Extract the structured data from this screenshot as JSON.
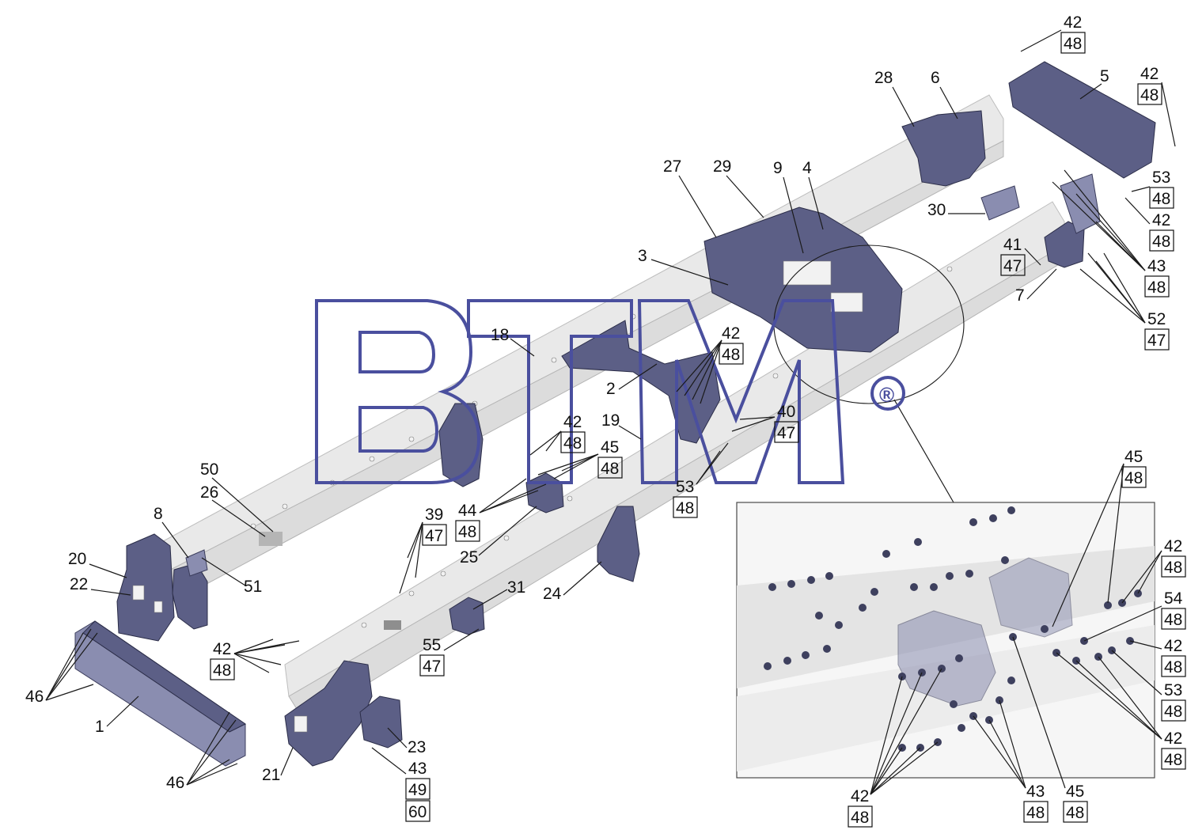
{
  "logo": {
    "text": "BTM",
    "mark": "®",
    "color": "#4a4f9e"
  },
  "colors": {
    "part": "#5c5f86",
    "frame": "#dcdcdc",
    "line": "#1a1a1a",
    "inset_border": "#4a4a4a"
  },
  "labels": {
    "l1": "1",
    "l2": "2",
    "l3": "3",
    "l4": "4",
    "l5": "5",
    "l6": "6",
    "l7": "7",
    "l8": "8",
    "l9": "9",
    "l18": "18",
    "l19": "19",
    "l20": "20",
    "l21": "21",
    "l22": "22",
    "l23": "23",
    "l24": "24",
    "l25": "25",
    "l26": "26",
    "l27": "27",
    "l28": "28",
    "l29": "29",
    "l30": "30",
    "l31": "31",
    "l46a": "46",
    "l46b": "46",
    "l50": "50",
    "l51": "51"
  },
  "callouts": [
    {
      "id": "c-top",
      "top": "42",
      "bottom": "48"
    },
    {
      "id": "c-5r",
      "top": "42",
      "bottom": "48"
    },
    {
      "id": "c-53r",
      "top": "53",
      "bottom": "48"
    },
    {
      "id": "c-42r",
      "top": "42",
      "bottom": "48"
    },
    {
      "id": "c-41",
      "top": "41",
      "bottom": "47"
    },
    {
      "id": "c-43r",
      "top": "43",
      "bottom": "48"
    },
    {
      "id": "c-52",
      "top": "52",
      "bottom": "47"
    },
    {
      "id": "c-42m",
      "top": "42",
      "bottom": "48"
    },
    {
      "id": "c-40",
      "top": "40",
      "bottom": "47"
    },
    {
      "id": "c-53m",
      "top": "53",
      "bottom": "48"
    },
    {
      "id": "c-42l",
      "top": "42",
      "bottom": "48"
    },
    {
      "id": "c-45l",
      "top": "45",
      "bottom": "48"
    },
    {
      "id": "c-44",
      "top": "44",
      "bottom": "48"
    },
    {
      "id": "c-39",
      "top": "39",
      "bottom": "47"
    },
    {
      "id": "c-42b",
      "top": "42",
      "bottom": "48"
    },
    {
      "id": "c-55",
      "top": "55",
      "bottom": "47"
    },
    {
      "id": "c-43b",
      "top": "43",
      "bottom": "49",
      "third": "60"
    },
    {
      "id": "i-45t",
      "top": "45",
      "bottom": "48"
    },
    {
      "id": "i-42a",
      "top": "42",
      "bottom": "48"
    },
    {
      "id": "i-54",
      "top": "54",
      "bottom": "48"
    },
    {
      "id": "i-42b",
      "top": "42",
      "bottom": "48"
    },
    {
      "id": "i-53",
      "top": "53",
      "bottom": "48"
    },
    {
      "id": "i-42c",
      "top": "42",
      "bottom": "48"
    },
    {
      "id": "i-42d",
      "top": "42",
      "bottom": "48"
    },
    {
      "id": "i-43",
      "top": "43",
      "bottom": "48"
    },
    {
      "id": "i-45b",
      "top": "45",
      "bottom": "48"
    }
  ]
}
